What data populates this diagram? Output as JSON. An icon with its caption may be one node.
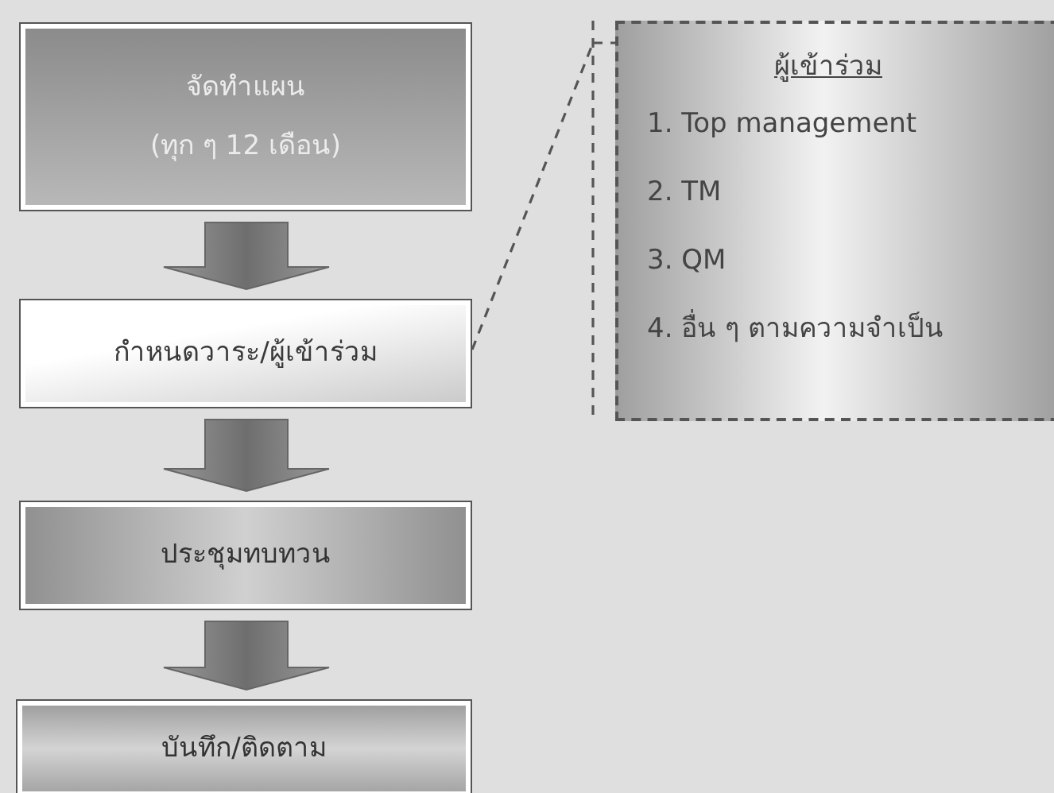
{
  "diagram": {
    "nodes": [
      {
        "text": [
          "จัดทำแผน",
          "(ทุก ๆ 12 เดือน)"
        ]
      },
      {
        "text": [
          "กำหนดวาระ/ผู้เข้าร่วม"
        ]
      },
      {
        "text": [
          "ประชุมทบทวน"
        ]
      },
      {
        "text": [
          "บันทึก/ติดตาม"
        ]
      },
      {
        "text": [
          "ผู้เข้าร่วม",
          "1. Top management",
          "2. TM",
          "3. QM",
          "4. อื่น ๆ ตามความจำเป็น"
        ]
      }
    ],
    "edges": [
      {
        "from": 0,
        "to": 1,
        "arrow": "to"
      },
      {
        "from": 1,
        "to": 2,
        "arrow": "to"
      },
      {
        "from": 2,
        "to": 3,
        "arrow": "to"
      },
      {
        "from": 1,
        "to": 4,
        "arrow": "none",
        "style": "dashed"
      }
    ]
  }
}
